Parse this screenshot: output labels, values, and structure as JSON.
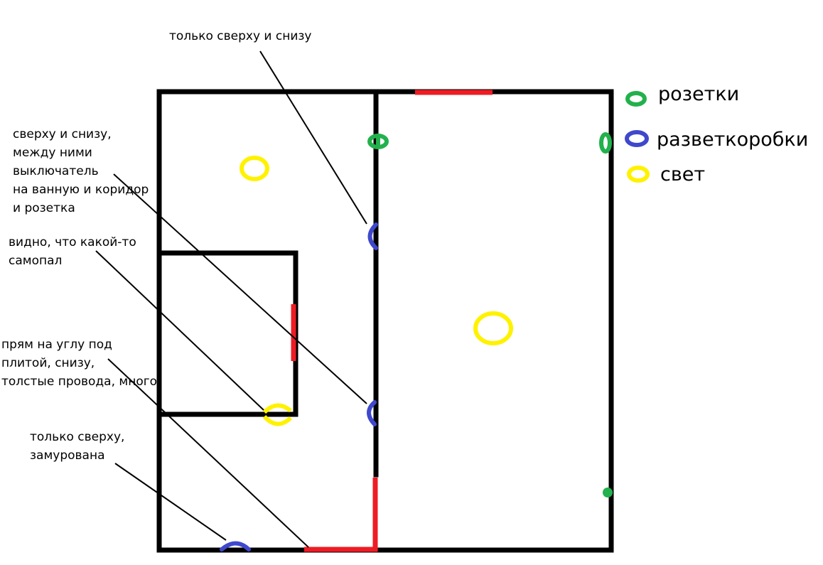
{
  "legend": {
    "outlets": "розетки",
    "junction_boxes": "разветкоробки",
    "light": "свет"
  },
  "notes": {
    "top_and_bottom_only": [
      "только сверху и снизу"
    ],
    "top_bottom_switch": [
      "сверху и снизу,",
      "между ними",
      "выключатель",
      "на ванную и коридор",
      "и розетка"
    ],
    "homemade": [
      "видно, что какой-то",
      "самопал"
    ],
    "corner_under_stove": [
      "прям на углу под",
      "плитой, снизу,",
      "толстые провода, много"
    ],
    "top_only_walled": [
      "только сверху,",
      "замурована"
    ]
  },
  "colors": {
    "wall": "#000000",
    "opening": "#ed1c24",
    "outlet": "#22b14c",
    "junction_box": "#3f48cc",
    "light": "#fff200"
  }
}
